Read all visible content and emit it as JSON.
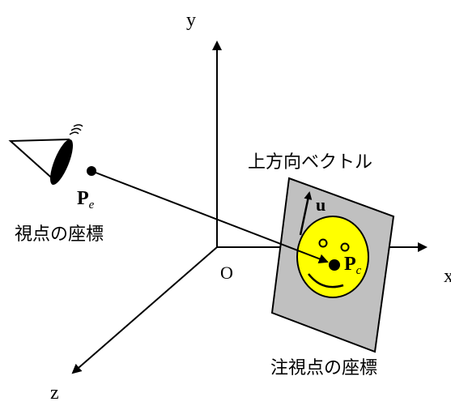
{
  "axes": {
    "x_label": "x",
    "y_label": "y",
    "z_label": "z",
    "origin_label": "O"
  },
  "viewpoint": {
    "symbol": "P",
    "subscript": "e",
    "caption": "視点の座標"
  },
  "target": {
    "symbol": "P",
    "subscript": "c",
    "caption": "注視点の座標"
  },
  "up_vector": {
    "symbol": "u",
    "caption": "上方向ベクトル"
  },
  "colors": {
    "line": "#000000",
    "card_fill": "#c0c0c0",
    "face_fill": "#ffff00",
    "background": "#ffffff"
  }
}
